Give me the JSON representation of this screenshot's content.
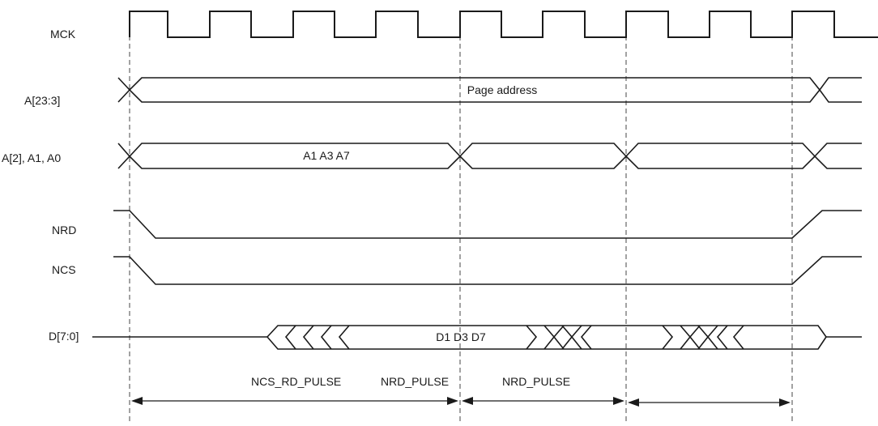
{
  "signals": {
    "mck": "MCK",
    "addr_high": "A[23:3]",
    "addr_low": "A[2], A1, A0",
    "nrd": "NRD",
    "ncs": "NCS",
    "data": "D[7:0]"
  },
  "bus_values": {
    "page_address": "Page address",
    "addr_low_value": "A1 A3 A7",
    "data_value": "D1 D3 D7"
  },
  "timing": {
    "ncs_rd_pulse": "NCS_RD_PULSE",
    "nrd_pulse_1": "NRD_PULSE",
    "nrd_pulse_2": "NRD_PULSE"
  }
}
